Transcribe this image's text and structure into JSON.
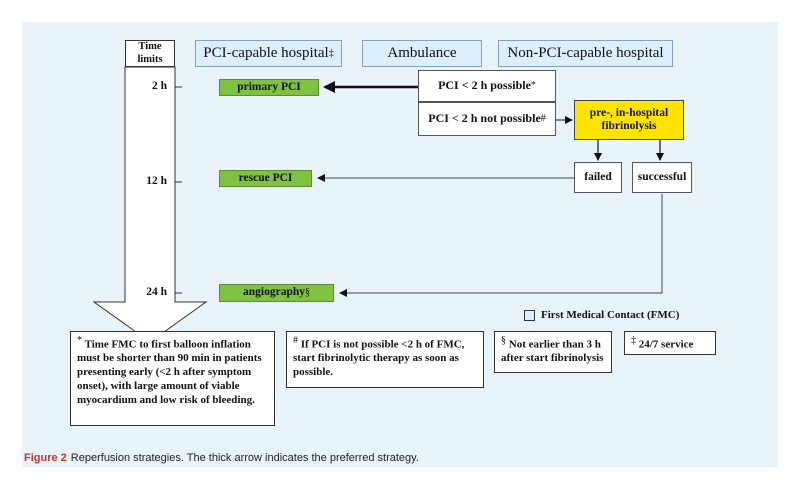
{
  "time_limits": {
    "header": "Time limits",
    "t1": "2 h",
    "t2": "12 h",
    "t3": "24 h"
  },
  "headers": {
    "pci_capable": "PCI-capable hospital",
    "pci_capable_sym": "‡",
    "ambulance": "Ambulance",
    "non_pci": "Non-PCI-capable hospital"
  },
  "nodes": {
    "primary_pci": "primary PCI",
    "pci_possible": "PCI < 2 h possible",
    "pci_possible_sym": "*",
    "pci_not_possible": "PCI < 2 h not possible",
    "pci_not_possible_sym": "#",
    "fibrinolysis": "pre-, in-hospital fibrinolysis",
    "failed": "failed",
    "successful": "successful",
    "rescue_pci": "rescue PCI",
    "angiography": "angiography",
    "angiography_sym": "§"
  },
  "legend": {
    "label": "First Medical Contact (FMC)"
  },
  "notes": {
    "n1_sym": "*",
    "n1": "Time FMC to first balloon inflation must be shorter than 90 min in patients presenting early (<2 h after symptom onset), with large amount of viable myocardium and low risk of bleeding.",
    "n2_sym": "#",
    "n2": "If PCI is not possible <2 h of FMC, start fibrinolytic therapy as soon as possible.",
    "n3_sym": "§",
    "n3": "Not earlier than 3 h after start fibrinolysis",
    "n4_sym": "‡",
    "n4": "24/7 service"
  },
  "caption": {
    "label": "Figure 2",
    "text": "Reperfusion strategies. The thick arrow indicates the preferred strategy."
  },
  "colors": {
    "panel": "#e9f3fa",
    "header_fill": "#dcefff",
    "green": "#7fc241",
    "yellow": "#ffe400",
    "caption_label": "#c0392b"
  }
}
